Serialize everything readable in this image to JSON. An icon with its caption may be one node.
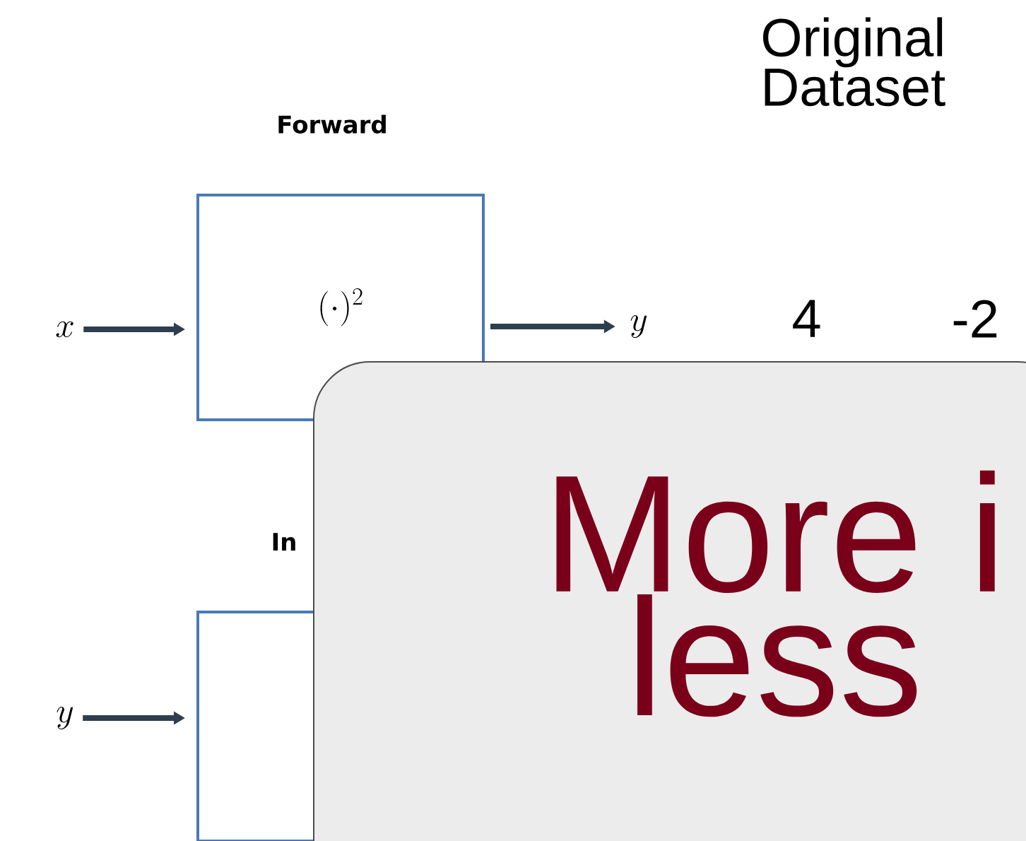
{
  "diagram": {
    "nodes": [
      {
        "text": [
          "x"
        ]
      },
      {
        "text": [
          "Forward",
          "(\\cdot)^2"
        ]
      },
      {
        "text": [
          "y"
        ]
      },
      {
        "text": [
          "y"
        ]
      },
      {
        "text": [
          "In"
        ]
      },
      {
        "text": [
          "More i less"
        ]
      }
    ],
    "edges": [
      {
        "from": 0,
        "to": 1,
        "arrow": "to"
      },
      {
        "from": 1,
        "to": 2,
        "arrow": "to"
      },
      {
        "from": 3,
        "to": 4,
        "arrow": "to"
      }
    ],
    "labels": [
      "Original Dataset",
      "4",
      "-2"
    ]
  }
}
